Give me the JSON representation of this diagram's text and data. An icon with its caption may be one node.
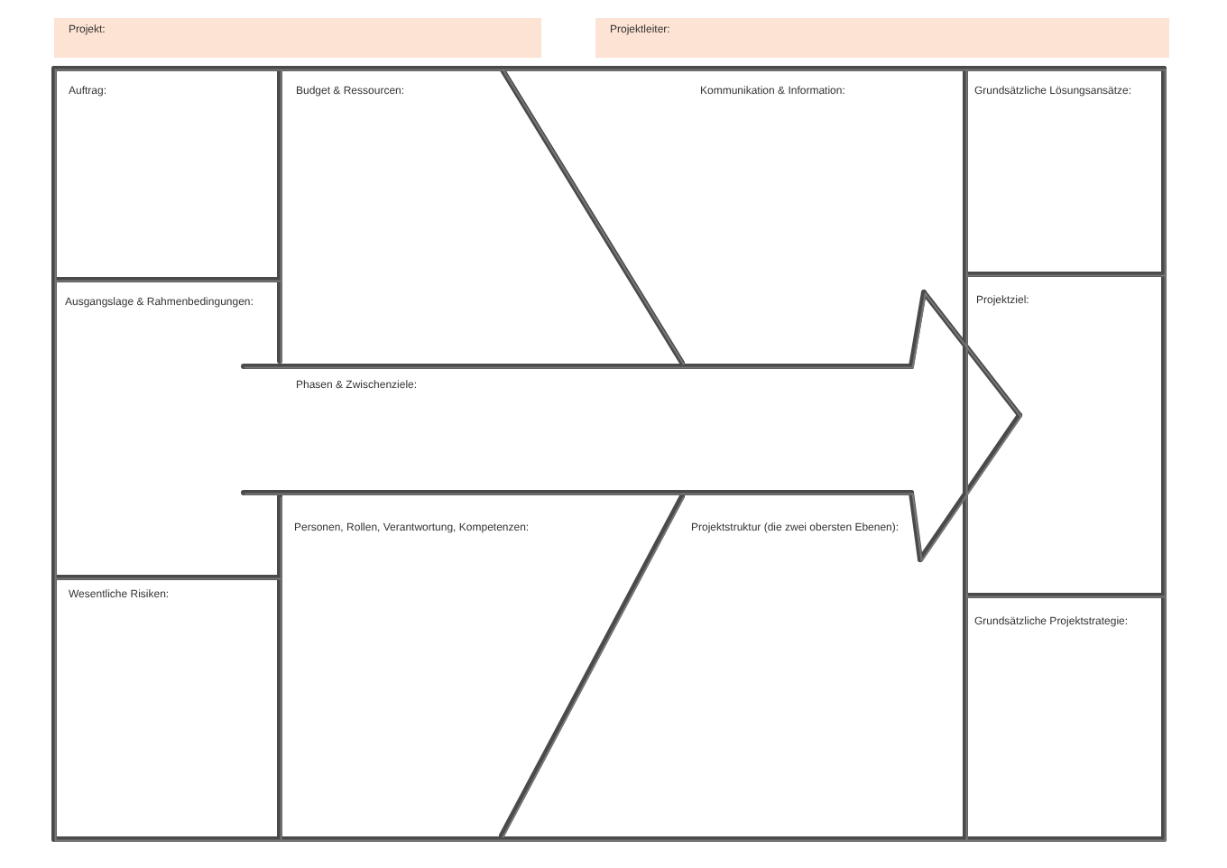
{
  "diagram": {
    "nodes": [
      {
        "text": [
          "Projekt:"
        ]
      },
      {
        "text": [
          "Projektleiter:"
        ]
      },
      {
        "text": [
          "Auftrag:"
        ]
      },
      {
        "text": [
          "Budget & Ressourcen:"
        ]
      },
      {
        "text": [
          "Kommunikation & Information:"
        ]
      },
      {
        "text": [
          "Grundsätzliche Lösungsansätze:"
        ]
      },
      {
        "text": [
          "Ausgangslage & Rahmenbedingungen:"
        ]
      },
      {
        "text": [
          "Phasen & Zwischenziele:"
        ]
      },
      {
        "text": [
          "Projektziel:"
        ]
      },
      {
        "text": [
          "Personen, Rollen, Verantwortung, Kompetenzen:"
        ]
      },
      {
        "text": [
          "Projektstruktur (die zwei obersten Ebenen):"
        ]
      },
      {
        "text": [
          "Wesentliche Risiken:"
        ]
      },
      {
        "text": [
          "Grundsätzliche Projektstrategie:"
        ]
      }
    ]
  }
}
